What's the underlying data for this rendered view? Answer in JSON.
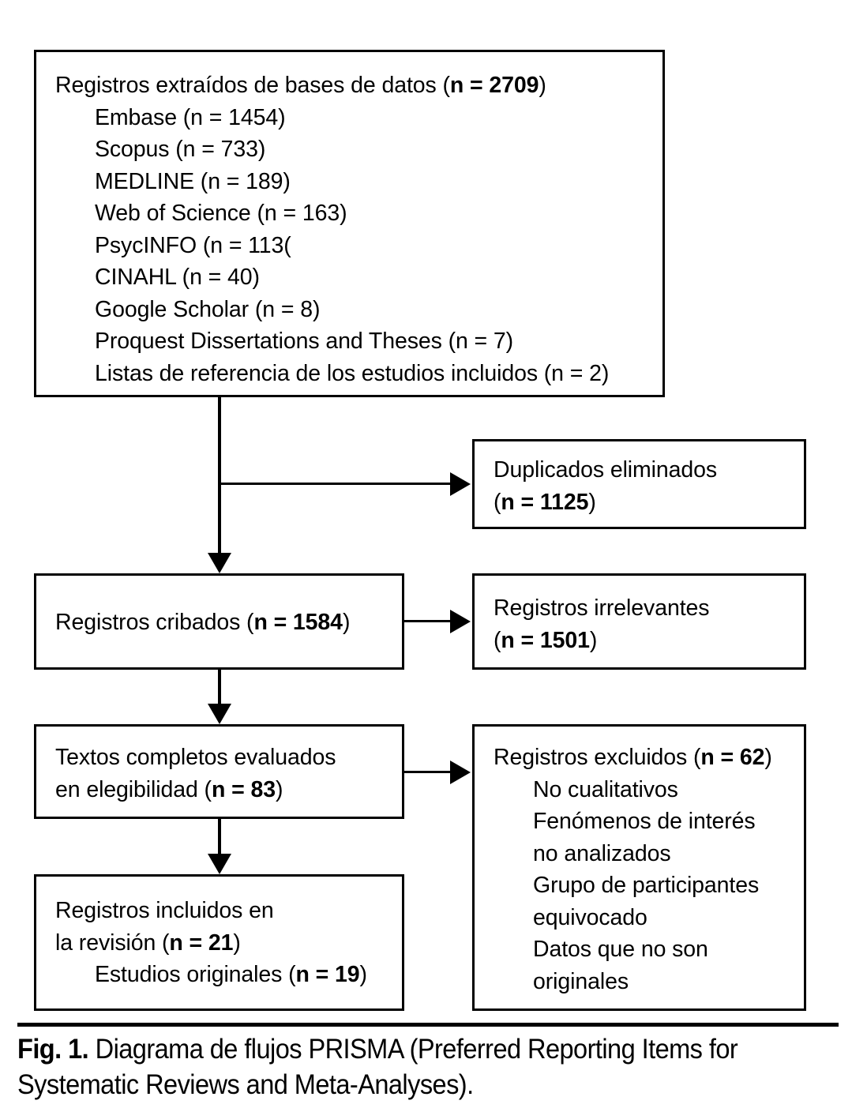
{
  "figure": {
    "caption_lead": "Fig. 1.",
    "caption_text": " Diagrama de flujos PRISMA (Preferred Reporting Items for Systematic Reviews and Meta-Analyses)."
  },
  "boxes": {
    "sources": {
      "heading_pre": "Registros extraídos de bases de datos (",
      "heading_n": "n = 2709",
      "heading_post": ")",
      "items": [
        "Embase (n = 1454)",
        "Scopus (n = 733)",
        "MEDLINE (n = 189)",
        "Web of Science (n = 163)",
        "PsycINFO (n = 113(",
        "CINAHL (n = 40)",
        "Google Scholar (n = 8)",
        "Proquest Dissertations and Theses (n = 7)",
        "Listas de referencia de los estudios incluidos (n = 2)"
      ]
    },
    "duplicates": {
      "line1": "Duplicados eliminados",
      "line2_pre": "(",
      "line2_n": "n = 1125",
      "line2_post": ")"
    },
    "screened": {
      "line1_pre": "Registros cribados (",
      "line1_n": "n = 1584",
      "line1_post": ")"
    },
    "irrelevant": {
      "line1": "Registros irrelevantes",
      "line2_pre": "(",
      "line2_n": "n = 1501",
      "line2_post": ")"
    },
    "fulltext": {
      "line1": "Textos completos evaluados",
      "line2_pre": "en elegibilidad (",
      "line2_n": "n = 83",
      "line2_post": ")"
    },
    "excluded": {
      "heading_pre": "Registros excluidos (",
      "heading_n": "n = 62",
      "heading_post": ")",
      "items": [
        "No cualitativos",
        "Fenómenos de interés",
        "no analizados",
        "Grupo de participantes",
        "equivocado",
        "Datos que no son",
        "originales"
      ]
    },
    "included": {
      "line1": "Registros incluidos en",
      "line2_pre": "la revisión (",
      "line2_n": "n = 21",
      "line2_post": ")",
      "line3_pre": "Estudios originales (",
      "line3_n": "n = 19",
      "line3_post": ")"
    }
  },
  "colors": {
    "stroke": "#000000",
    "background": "#ffffff",
    "text": "#000000"
  }
}
